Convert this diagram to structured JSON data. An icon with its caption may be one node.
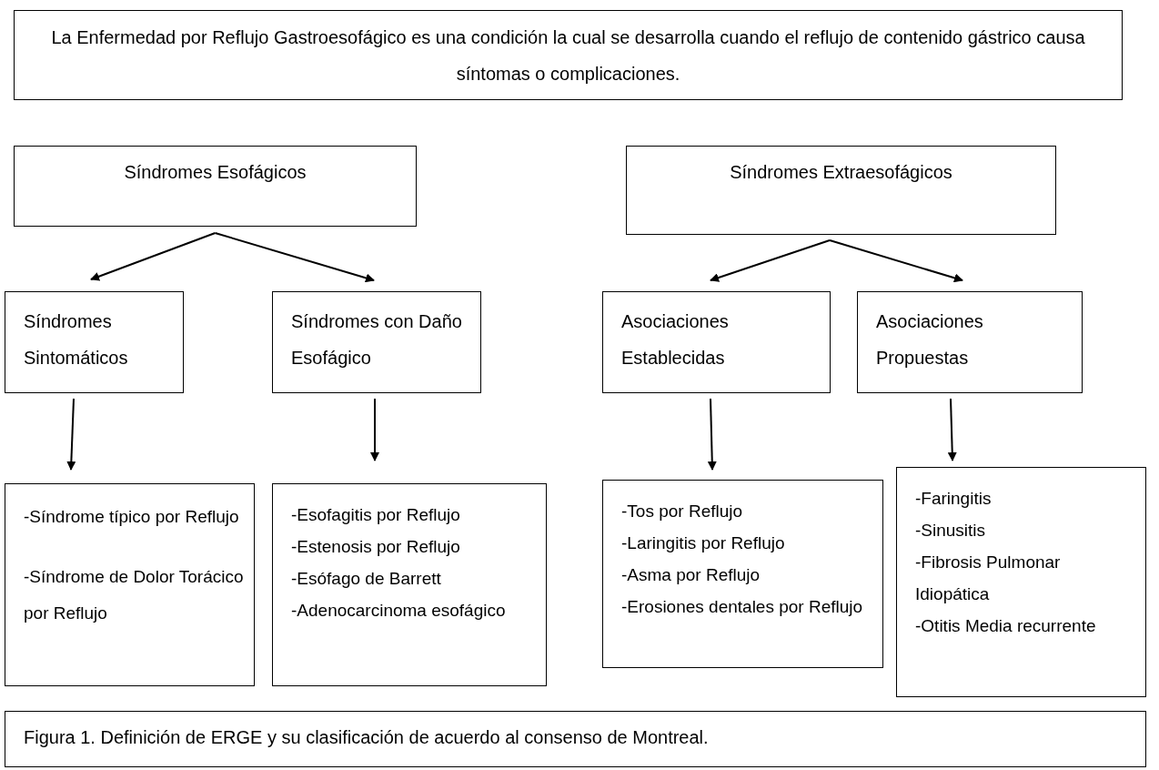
{
  "diagram": {
    "caption": "Figura 1. Definición de ERGE y su clasificación de acuerdo al consenso de Montreal.",
    "nodes": [
      {
        "text": [
          "La Enfermedad por Reflujo Gastroesofágico es una condición la cual se desarrolla cuando el reflujo de contenido gástrico causa síntomas o complicaciones."
        ]
      },
      {
        "text": [
          "Síndromes Esofágicos"
        ]
      },
      {
        "text": [
          "Síndromes Extraesofágicos"
        ]
      },
      {
        "text": [
          "Síndromes Sintomáticos"
        ]
      },
      {
        "text": [
          "Síndromes con Daño Esofágico"
        ]
      },
      {
        "text": [
          "Asociaciones Establecidas"
        ]
      },
      {
        "text": [
          "Asociaciones Propuestas"
        ]
      },
      {
        "text": [
          "-Síndrome típico por Reflujo",
          "-Síndrome de Dolor Torácico por Reflujo"
        ]
      },
      {
        "text": [
          "-Esofagitis por Reflujo",
          "-Estenosis por Reflujo",
          "-Esófago de Barrett",
          "-Adenocarcinoma esofágico"
        ]
      },
      {
        "text": [
          "-Tos por Reflujo",
          "-Laringitis por Reflujo",
          "-Asma por Reflujo",
          "-Erosiones dentales por Reflujo"
        ]
      },
      {
        "text": [
          "-Faringitis",
          "-Sinusitis",
          "-Fibrosis Pulmonar Idiopática",
          "-Otitis Media recurrente"
        ]
      }
    ],
    "edges": [
      {
        "from": 1,
        "to": 3,
        "arrow": "to"
      },
      {
        "from": 1,
        "to": 4,
        "arrow": "to"
      },
      {
        "from": 2,
        "to": 5,
        "arrow": "to"
      },
      {
        "from": 2,
        "to": 6,
        "arrow": "to"
      },
      {
        "from": 3,
        "to": 7,
        "arrow": "to"
      },
      {
        "from": 4,
        "to": 8,
        "arrow": "to"
      },
      {
        "from": 5,
        "to": 9,
        "arrow": "to"
      },
      {
        "from": 6,
        "to": 10,
        "arrow": "to"
      }
    ]
  }
}
